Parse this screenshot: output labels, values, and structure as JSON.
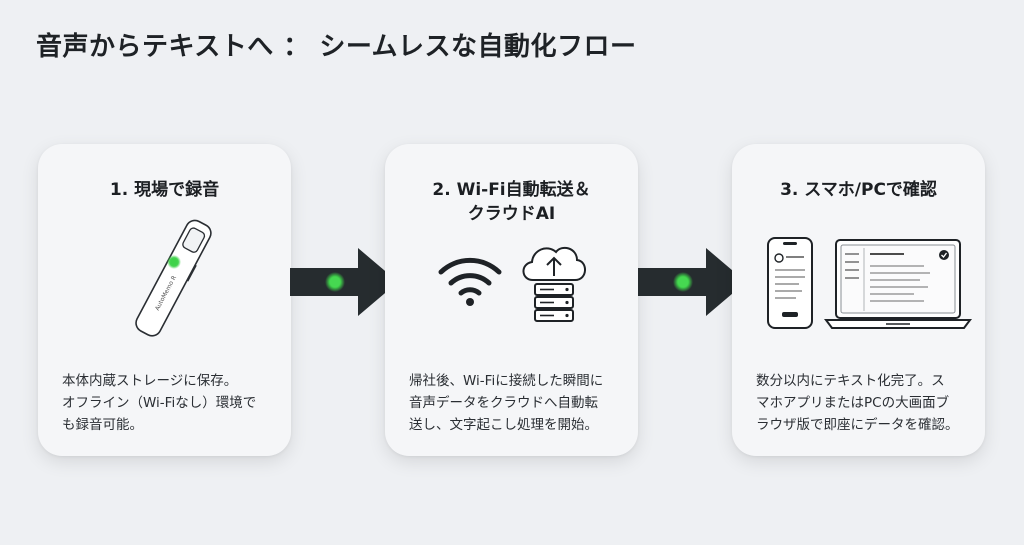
{
  "title": "音声からテキストへ ： シームレスな自動化フロー",
  "steps": [
    {
      "title_lines": [
        "1. 現場で録音"
      ],
      "desc_lines": [
        "本体内蔵ストレージに保存。",
        "オフライン（Wi-Fiなし）環境で",
        "も録音可能。"
      ],
      "device_label": "AutoMemo R"
    },
    {
      "title_lines": [
        "2. Wi-Fi自動転送＆",
        "クラウドAI"
      ],
      "desc_lines": [
        "帰社後、Wi-Fiに接続した瞬間に",
        "音声データをクラウドへ自動転",
        "送し、文字起こし処理を開始。"
      ]
    },
    {
      "title_lines": [
        "3. スマホ/PCで確認"
      ],
      "desc_lines": [
        "数分以内にテキスト化完了。ス",
        "マホアプリまたはPCの大画面ブ",
        "ラウザ版で即座にデータを確認。"
      ]
    }
  ],
  "colors": {
    "arrow": "#262c2f",
    "indicator": "#3fd24a",
    "card": "#f5f6f8",
    "background": "#eef0f3"
  },
  "icons": [
    "voice-recorder-icon",
    "wifi-icon",
    "cloud-upload-icon",
    "server-icon",
    "smartphone-icon",
    "laptop-icon",
    "arrow-right-icon"
  ]
}
